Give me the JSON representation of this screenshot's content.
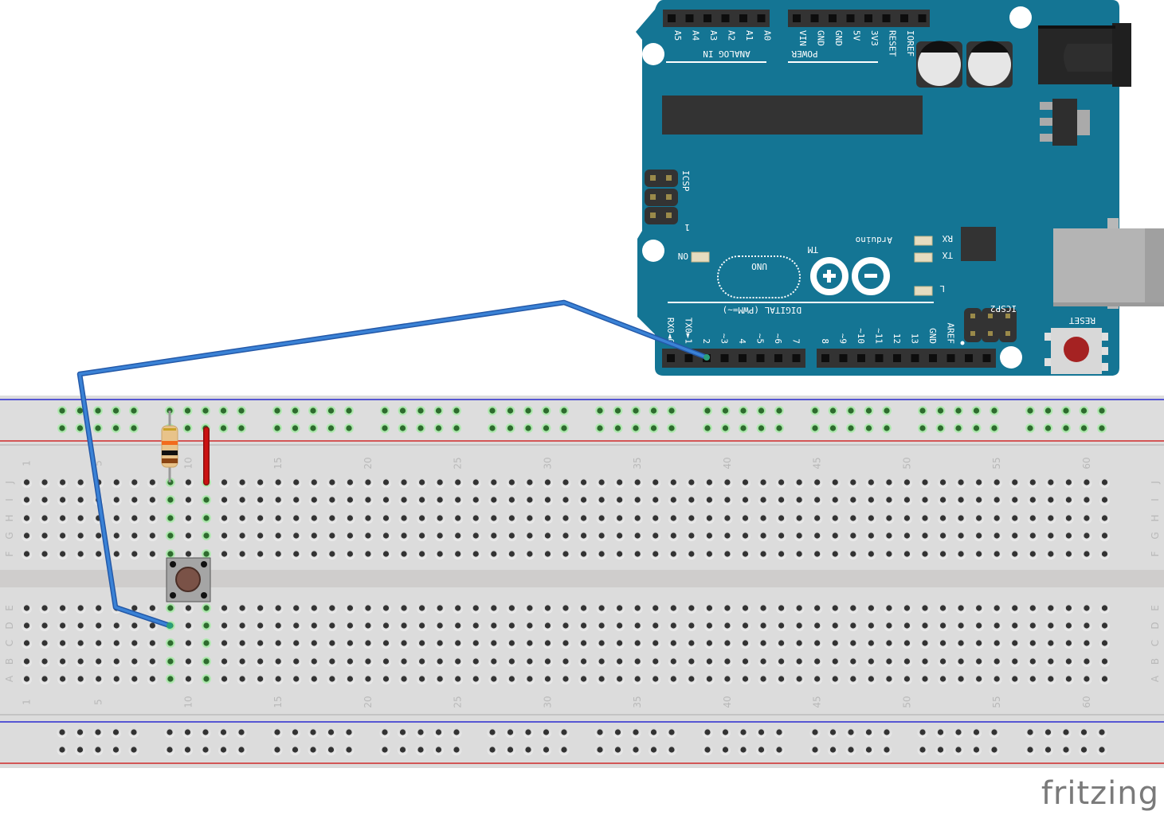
{
  "app": {
    "logo_text": "fritzing"
  },
  "colors": {
    "arduino_board": "#147594",
    "header_dark": "#333333",
    "breadboard": "#dcdcdc",
    "breadboard_channel": "#cfcdcc",
    "rail_blue": "#2a2ad0",
    "rail_red": "#d02a2a",
    "hole": "#333333",
    "hole_connected": "#2e6b2e",
    "hole_connected_glow": "#7ed67e",
    "wire_blue": "#3277cc",
    "wire_red": "#cc1111",
    "reset_button": "#a52222",
    "pushbutton_cap": "#7a5247"
  },
  "arduino": {
    "model": "UNO",
    "brand": "Arduino",
    "trademark": "TM",
    "analog_header_label": "ANALOG IN",
    "analog_pins": [
      "A5",
      "A4",
      "A3",
      "A2",
      "A1",
      "A0"
    ],
    "power_header_label": "POWER",
    "power_pins": [
      "VIN",
      "GND",
      "GND",
      "5V",
      "3V3",
      "RESET",
      "IOREF"
    ],
    "digital_header_label": "DIGITAL (PWM=~)",
    "digital_pins_low": [
      "RX0◄0",
      "TX0►1",
      "2",
      "~3",
      "4",
      "~5",
      "~6",
      "7"
    ],
    "digital_pins_high": [
      "8",
      "~9",
      "~10",
      "~11",
      "12",
      "13",
      "GND",
      "AREF"
    ],
    "icsp_label": "ICSP",
    "icsp_pin1_mark": "1",
    "icsp2_label": "ICSP2",
    "on_led_label": "ON",
    "rx_led_label": "RX",
    "tx_led_label": "TX",
    "l_led_label": "L",
    "reset_label": "RESET",
    "wire_connected_pin": "2"
  },
  "breadboard": {
    "columns": 61,
    "row_labels_top": [
      "J",
      "I",
      "H",
      "G",
      "F"
    ],
    "row_labels_bottom": [
      "E",
      "D",
      "C",
      "B",
      "A"
    ],
    "column_labels": [
      "1",
      "5",
      "10",
      "15",
      "20",
      "25",
      "30",
      "35",
      "40",
      "45",
      "50",
      "55",
      "60"
    ],
    "rail_groups": 10,
    "rail_group_size": 5
  },
  "components": {
    "resistor": {
      "bands": [
        "#f26b1d",
        "#111111",
        "#8b4513",
        "#c9a227"
      ],
      "column": 9,
      "from": "top-rail",
      "to": "J"
    },
    "red_jumper": {
      "column": 11,
      "from": "top-rail",
      "to": "J"
    },
    "pushbutton": {
      "columns": [
        9,
        11
      ],
      "rows": [
        "F",
        "E"
      ]
    },
    "blue_wire": {
      "from": "Arduino pin 2",
      "to": "D9"
    }
  }
}
